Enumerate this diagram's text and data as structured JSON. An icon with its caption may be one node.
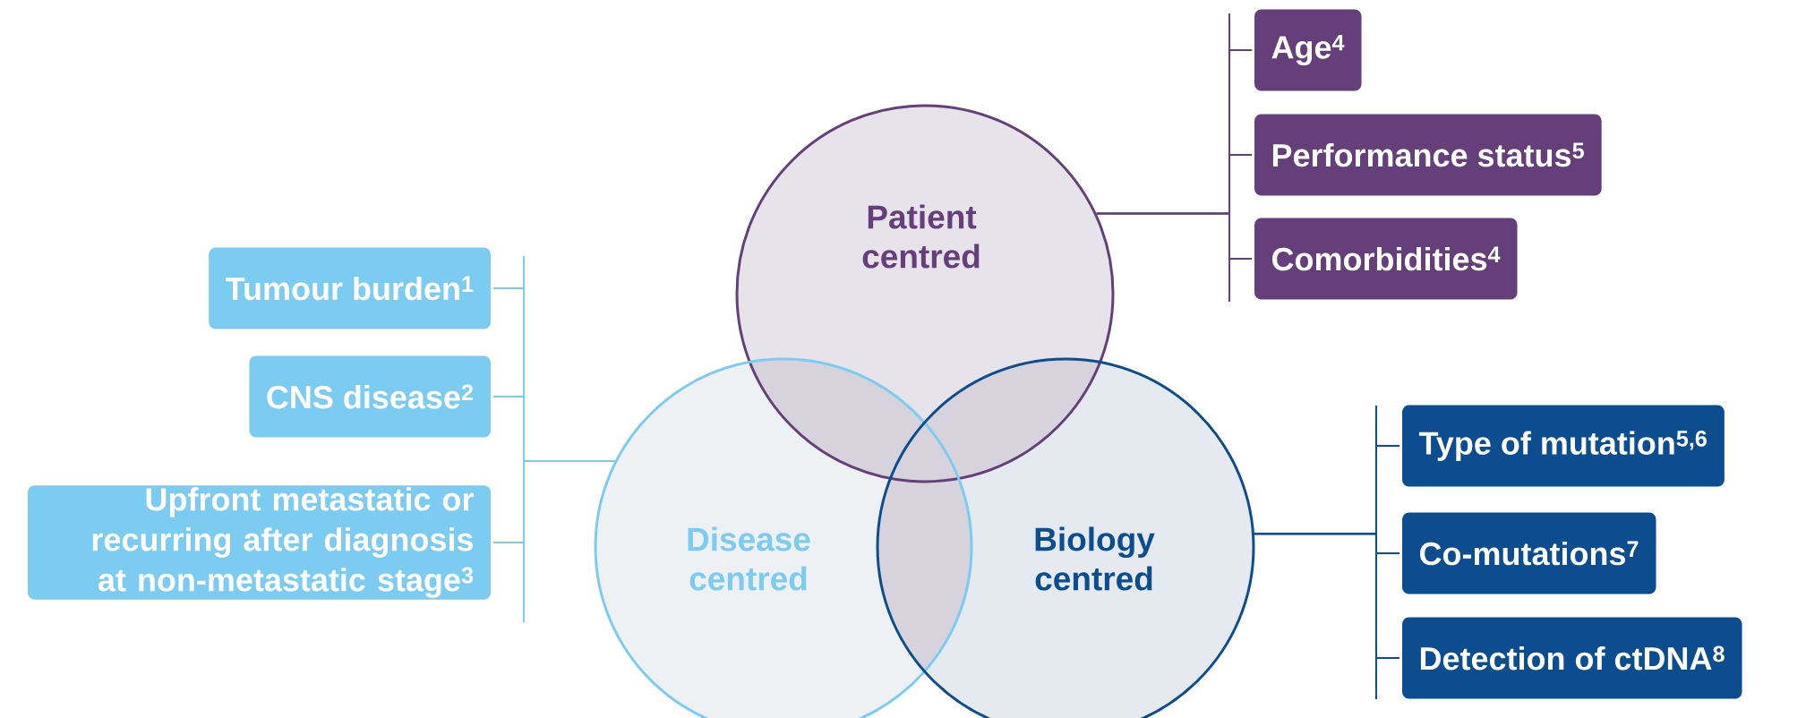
{
  "diagram": {
    "nodes": [
      {
        "text": [
          "Patient centred"
        ]
      },
      {
        "text": [
          "Age$^{4}$"
        ]
      },
      {
        "text": [
          "Performance status$^{5}$"
        ]
      },
      {
        "text": [
          "Comorbidities$^{4}$"
        ]
      },
      {
        "text": [
          "Tumour burden$^{1}$"
        ]
      },
      {
        "text": [
          "CNS disease$^{2}$"
        ]
      },
      {
        "text": [
          "Upfront metastatic or recurring after diagnosis at non-metastatic stage$^{3}$"
        ]
      },
      {
        "text": [
          "Disease centred"
        ]
      },
      {
        "text": [
          "Biology centred"
        ]
      },
      {
        "text": [
          "Type of mutation$^{5,6}$"
        ]
      },
      {
        "text": [
          "Co-mutations$^{7}$"
        ]
      },
      {
        "text": [
          "Detection of ctDNA$^{8}$"
        ]
      }
    ],
    "edges": [
      {
        "from": 0,
        "to": 1,
        "arrow": "none",
        "color": "#653f7a"
      },
      {
        "from": 0,
        "to": 2,
        "arrow": "none",
        "color": "#653f7a"
      },
      {
        "from": 0,
        "to": 3,
        "arrow": "none",
        "color": "#653f7a"
      },
      {
        "from": 7,
        "to": 4,
        "arrow": "none",
        "color": "#7ccbf0"
      },
      {
        "from": 7,
        "to": 5,
        "arrow": "none",
        "color": "#7ccbf0"
      },
      {
        "from": 7,
        "to": 6,
        "arrow": "none",
        "color": "#7ccbf0"
      },
      {
        "from": 8,
        "to": 9,
        "arrow": "none",
        "color": "#0b4d8f"
      },
      {
        "from": 8,
        "to": 10,
        "arrow": "none",
        "color": "#0b4d8f"
      },
      {
        "from": 8,
        "to": 11,
        "arrow": "none",
        "color": "#0b4d8f"
      }
    ]
  }
}
